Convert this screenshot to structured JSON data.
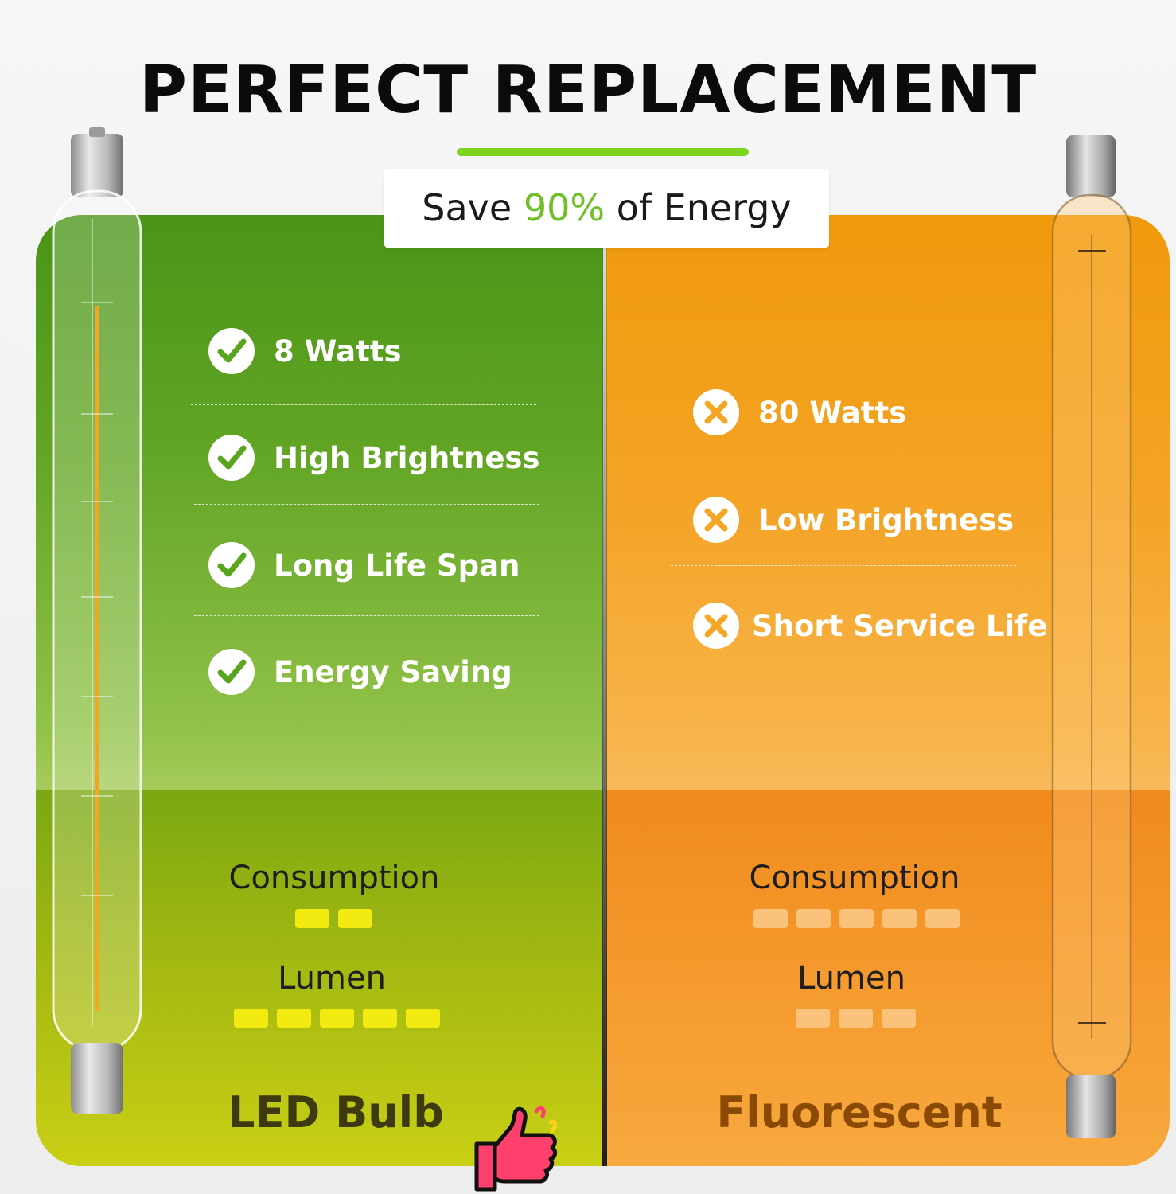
{
  "header": {
    "title": "PERFECT REPLACEMENT",
    "subtitle_prefix": "Save ",
    "subtitle_highlight": "90%",
    "subtitle_suffix": " of Energy"
  },
  "led": {
    "features": [
      {
        "label": "8 Watts",
        "icon": "check-icon"
      },
      {
        "label": "High Brightness",
        "icon": "check-icon"
      },
      {
        "label": "Long Life Span",
        "icon": "check-icon"
      },
      {
        "label": "Energy Saving",
        "icon": "check-icon"
      }
    ],
    "consumption_label": "Consumption",
    "consumption_level": 2,
    "lumen_label": "Lumen",
    "lumen_level": 5,
    "name": "LED Bulb"
  },
  "fluorescent": {
    "features": [
      {
        "label": "80 Watts",
        "icon": "x-icon"
      },
      {
        "label": "Low Brightness",
        "icon": "x-icon"
      },
      {
        "label": "Short Service Life",
        "icon": "x-icon"
      }
    ],
    "consumption_label": "Consumption",
    "consumption_level": 5,
    "lumen_label": "Lumen",
    "lumen_level": 3,
    "name": "Fluorescent"
  },
  "colors": {
    "accent_green": "#7ed321",
    "highlight_green": "#6fbf2a",
    "check_green": "#5aa51e",
    "x_orange": "#f5a623",
    "led_name": "#3d3a10",
    "fluorescent_name": "#8a4a06"
  }
}
